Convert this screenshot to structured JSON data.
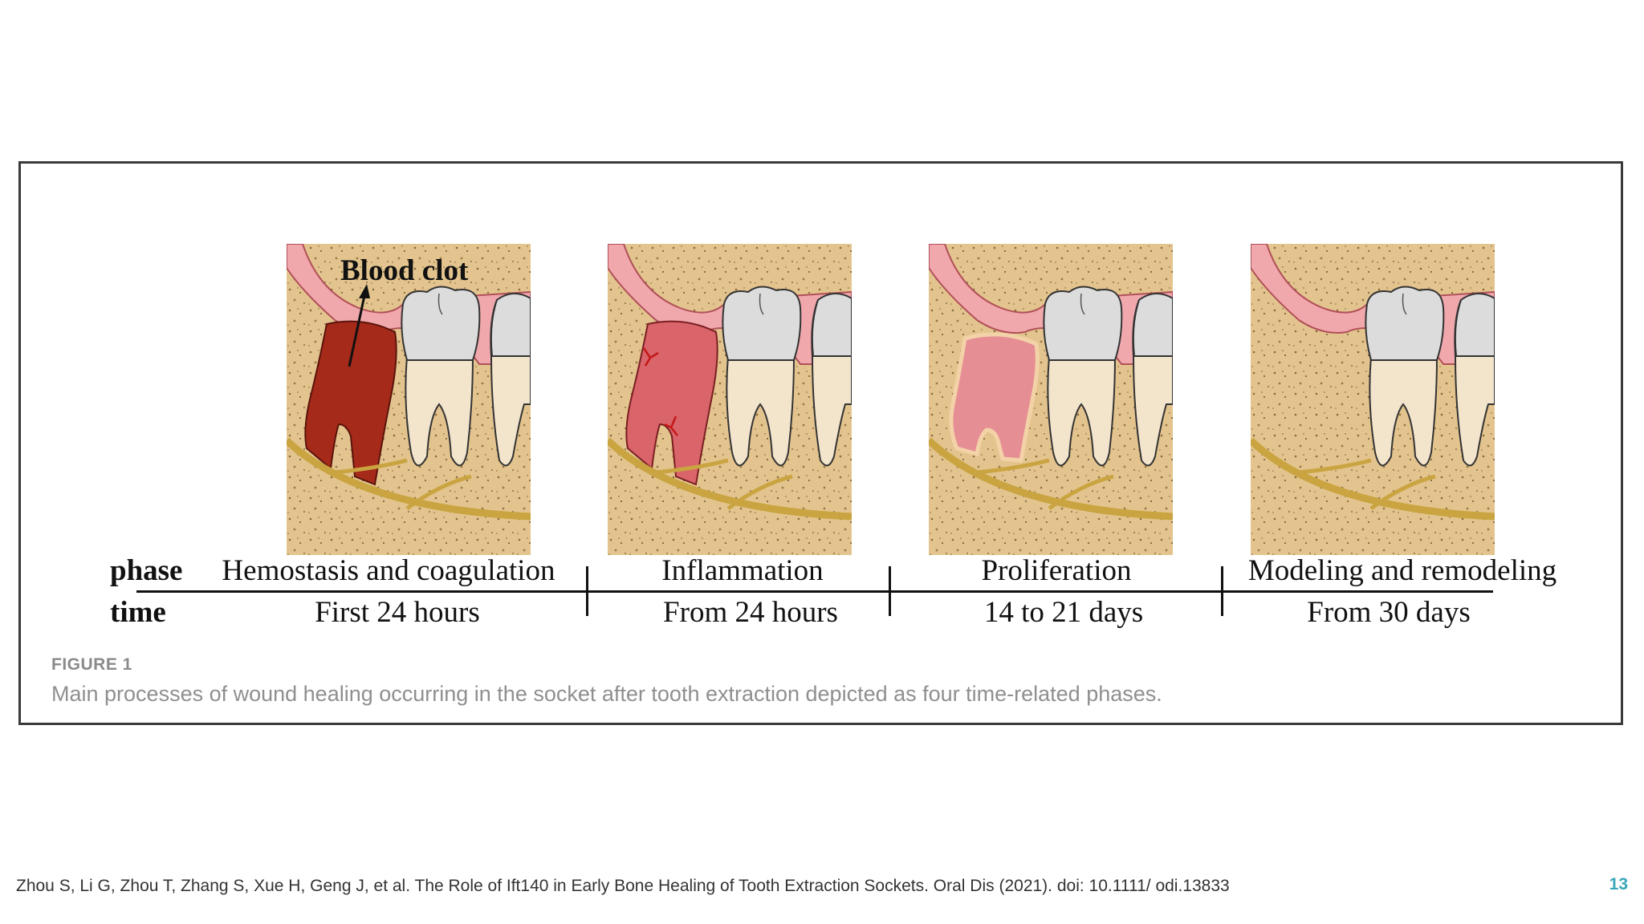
{
  "figure": {
    "annotation": "Blood clot",
    "row_labels": {
      "phase": "phase",
      "time": "time"
    },
    "stages": [
      {
        "phase": "Hemostasis and coagulation",
        "time": "First 24 hours",
        "socket_fill": "#a52a1a",
        "state": "blood-clot"
      },
      {
        "phase": "Inflammation",
        "time": "From 24 hours",
        "socket_fill": "#d9646a",
        "state": "inflamed-tissue"
      },
      {
        "phase": "Proliferation",
        "time": "14 to 21 days",
        "socket_fill": "#e58f95",
        "state": "granulation-tissue"
      },
      {
        "phase": "Modeling and remodeling",
        "time": "From 30 days",
        "socket_fill": "#e3c48e",
        "state": "new-bone"
      }
    ],
    "label": "FIGURE 1",
    "caption": "Main processes of wound healing occurring in the socket after tooth extraction depicted as four time-related phases."
  },
  "citation": "Zhou S, Li G, Zhou T, Zhang S, Xue H, Geng J, et al. The Role of Ift140 in Early Bone Healing of Tooth Extraction Sockets. Oral Dis (2021). doi: 10.1111/ odi.13833",
  "page_number": "13",
  "colors": {
    "bone": "#e3c48e",
    "gum": "#f0a8ac",
    "tooth": "#f3e4cc",
    "crown": "#dcdcdc",
    "nerve": "#c9a440",
    "accent": "#3aa6b9"
  }
}
